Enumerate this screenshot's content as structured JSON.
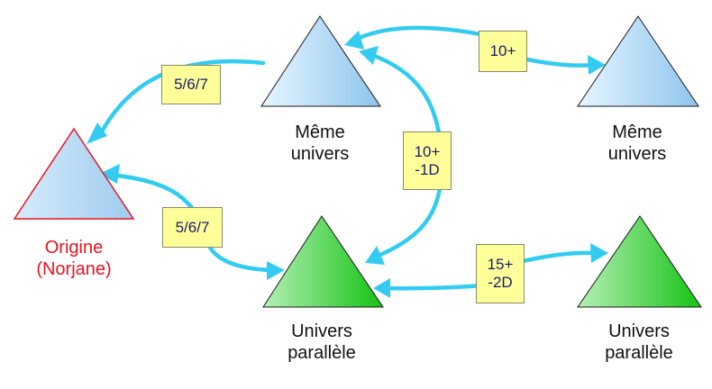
{
  "colors": {
    "arrow": "#33ccf0",
    "origin_label": "#e8141e",
    "origin_outline": "#e8141e",
    "same_universe_fill": "light blue gradient",
    "parallel_universe_fill": "green gradient",
    "tag_fill": "#ffff99",
    "tag_text": "#1a1a6e"
  },
  "nodes": {
    "origin": {
      "line1": "Origine",
      "line2": "(Norjane)"
    },
    "same_1": {
      "line1": "Même",
      "line2": "univers"
    },
    "same_2": {
      "line1": "Même",
      "line2": "univers"
    },
    "parallel_1": {
      "line1": "Univers",
      "line2": "parallèle"
    },
    "parallel_2": {
      "line1": "Univers",
      "line2": "parallèle"
    }
  },
  "tags": {
    "to_origin_from_same": {
      "line1": "5/6/7"
    },
    "to_origin_from_parallel": {
      "line1": "5/6/7"
    },
    "same_to_same": {
      "line1": "10+"
    },
    "same_to_parallel": {
      "line1": "10+",
      "line2": "-1D"
    },
    "parallel_to_parallel": {
      "line1": "15+",
      "line2": "-2D"
    }
  }
}
